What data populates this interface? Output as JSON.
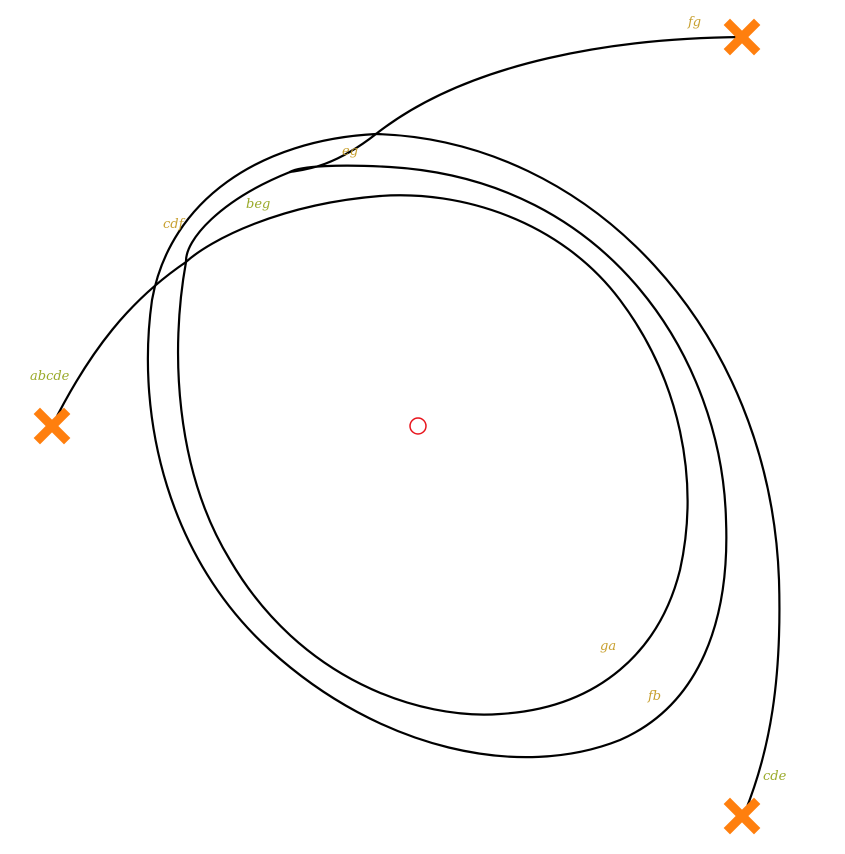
{
  "colors": {
    "curve": "#000000",
    "marker": "#ff7f0e",
    "center": "#e8141c",
    "label_gold": "#c8a030",
    "label_olive": "#9aaa2a"
  },
  "markers": {
    "shape": "x-cross",
    "items": [
      {
        "id": "fg"
      },
      {
        "id": "abcde"
      },
      {
        "id": "cde"
      }
    ]
  },
  "center_marker": {
    "shape": "circle-outline"
  },
  "labels": {
    "fg": "fg",
    "eg": "eg",
    "beg": "beg",
    "cdf": "cdf",
    "abcde": "abcde",
    "ga": "ga",
    "fb": "fb",
    "cde": "cde"
  }
}
